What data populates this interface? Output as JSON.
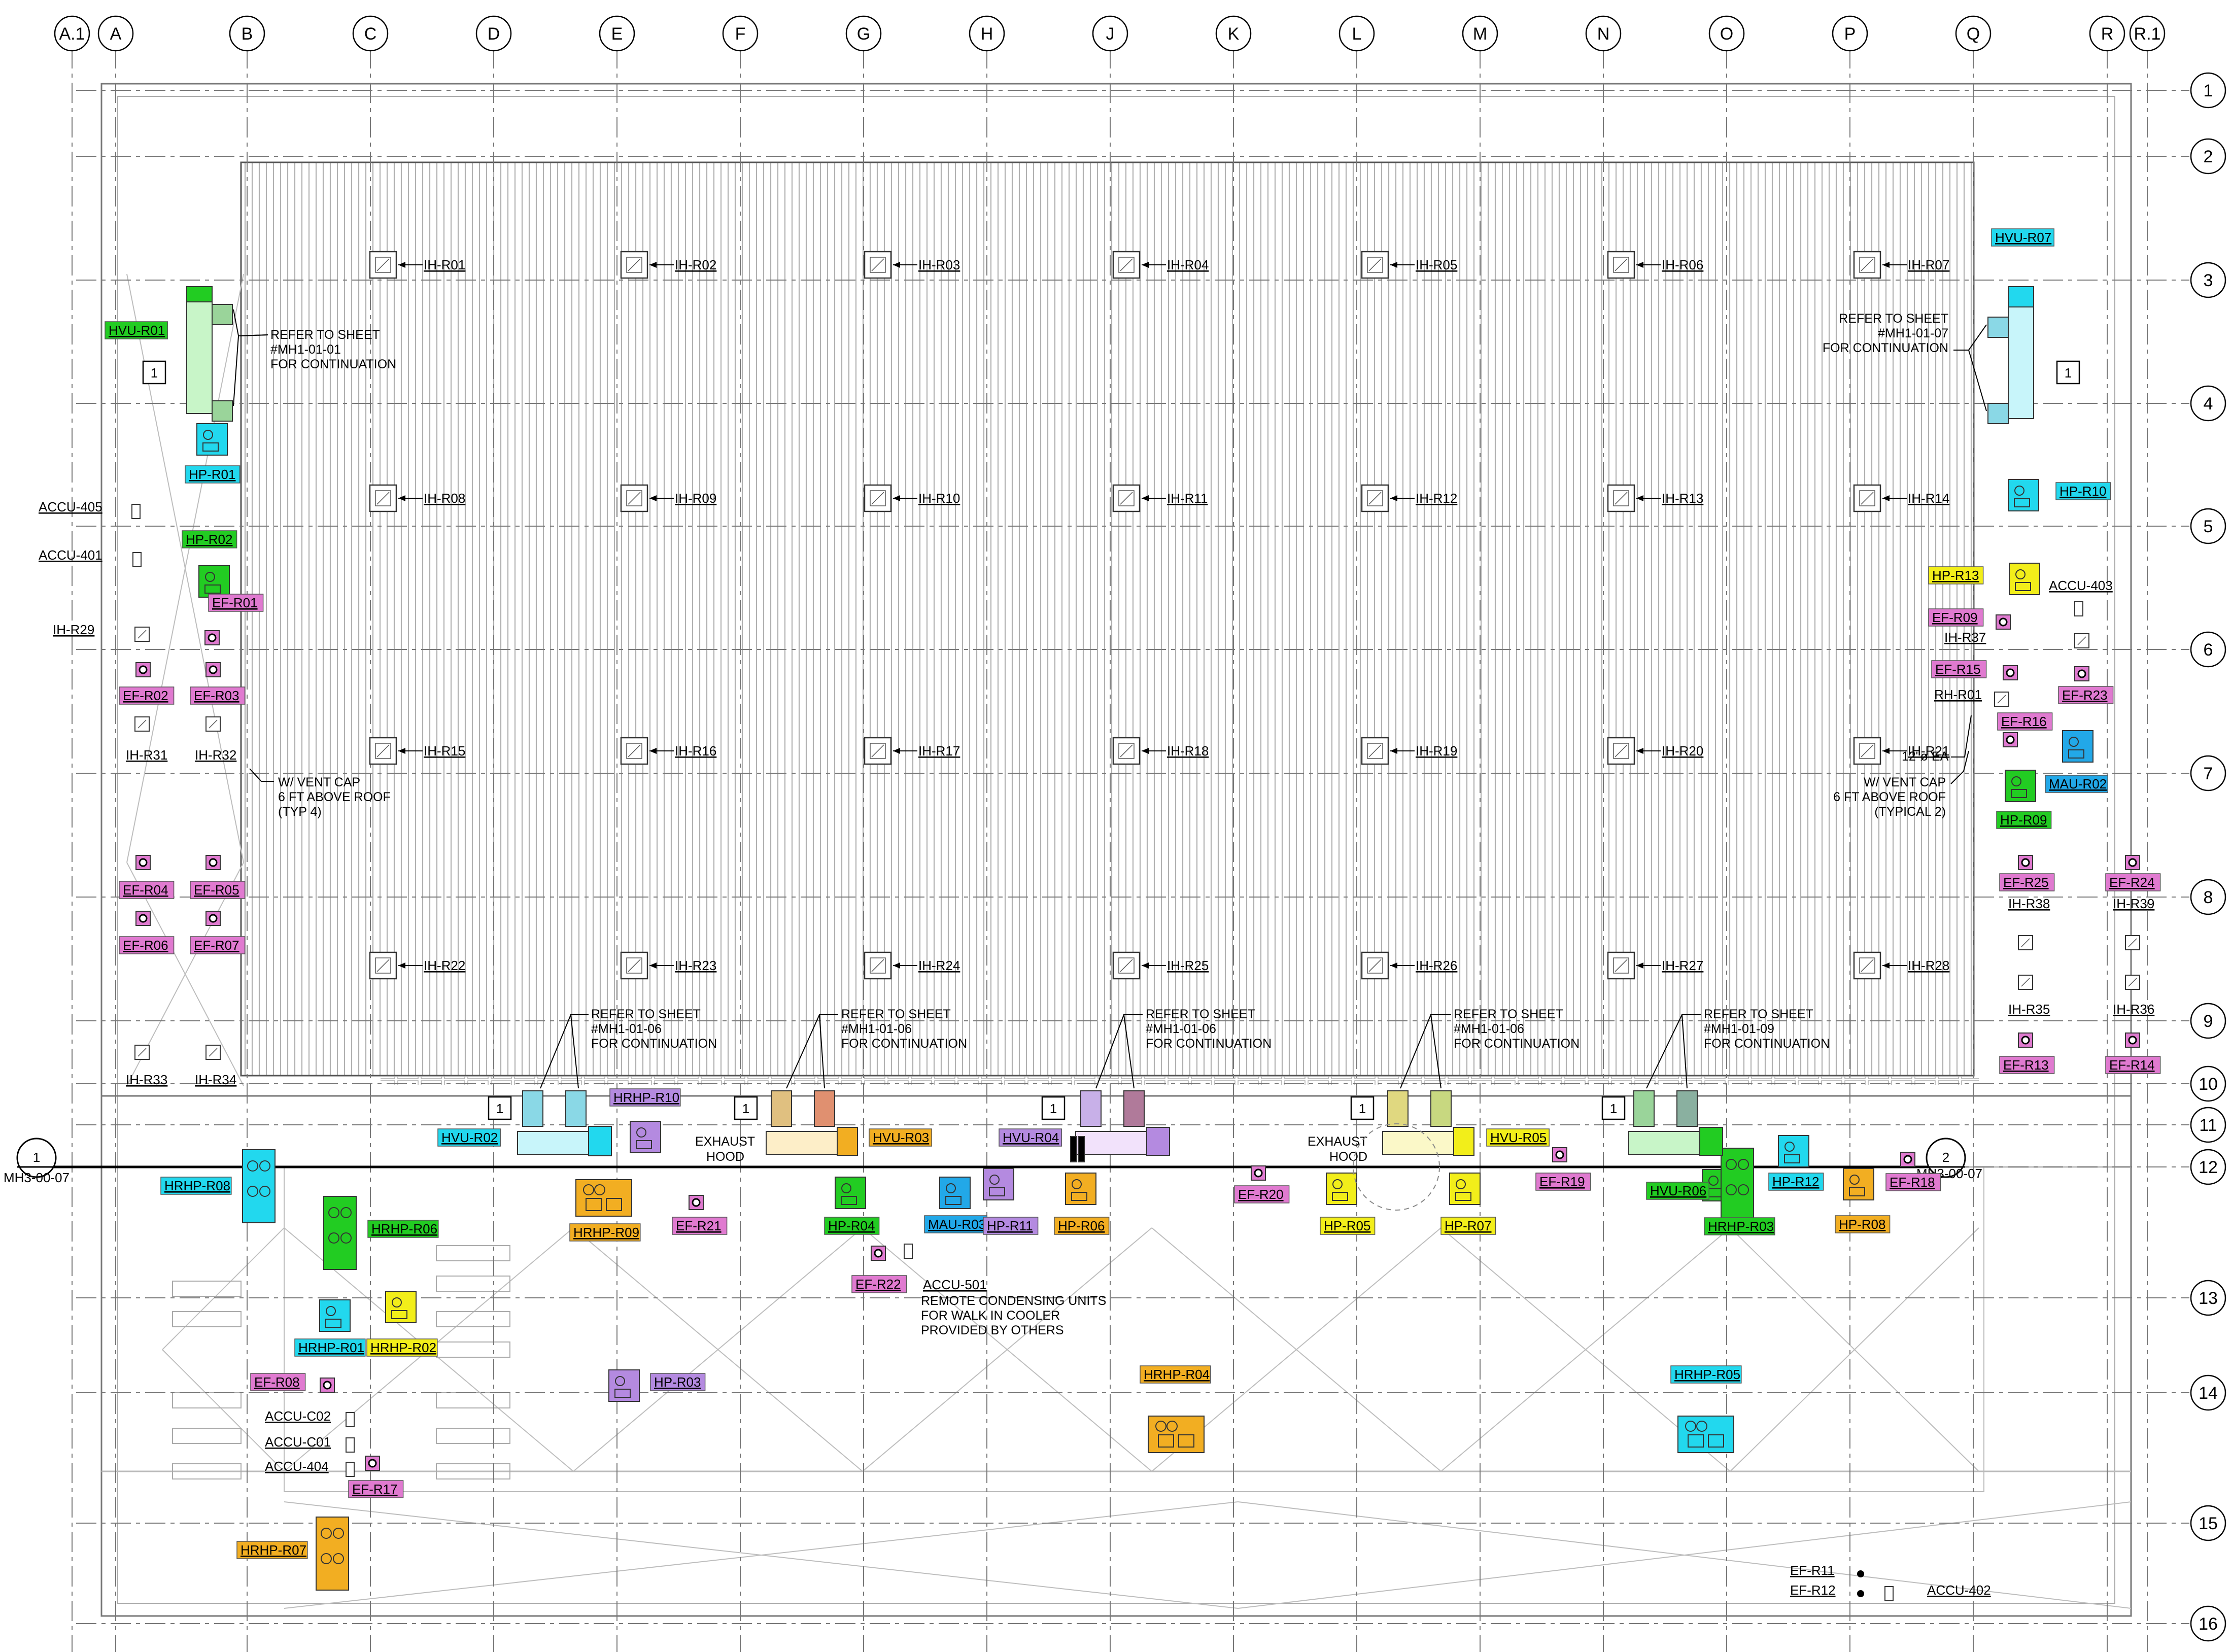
{
  "grid": {
    "columns": [
      "A.1",
      "A",
      "B",
      "C",
      "D",
      "E",
      "F",
      "G",
      "H",
      "J",
      "K",
      "L",
      "M",
      "N",
      "O",
      "P",
      "Q",
      "R",
      "R.1"
    ],
    "rows": [
      "1",
      "2",
      "3",
      "4",
      "5",
      "6",
      "7",
      "8",
      "9",
      "10",
      "11",
      "12",
      "13",
      "14",
      "15",
      "16"
    ]
  },
  "section_markers": [
    {
      "num": "1",
      "sheet": "MH3-00-07"
    },
    {
      "num": "2",
      "sheet": "MH3-00-07"
    }
  ],
  "unit_heaters": [
    "IH-R01",
    "IH-R02",
    "IH-R03",
    "IH-R04",
    "IH-R05",
    "IH-R06",
    "IH-R07",
    "IH-R08",
    "IH-R09",
    "IH-R10",
    "IH-R11",
    "IH-R12",
    "IH-R13",
    "IH-R14",
    "IH-R15",
    "IH-R16",
    "IH-R17",
    "IH-R18",
    "IH-R19",
    "IH-R20",
    "IH-R21",
    "IH-R22",
    "IH-R23",
    "IH-R24",
    "IH-R25",
    "IH-R26",
    "IH-R27",
    "IH-R28"
  ],
  "equipment": [
    {
      "tag": "HVU-R01",
      "color": "#22cc22"
    },
    {
      "tag": "HP-R01",
      "color": "#22d8ee"
    },
    {
      "tag": "HP-R02",
      "color": "#22cc22"
    },
    {
      "tag": "EF-R01",
      "color": "#e07ad0"
    },
    {
      "tag": "IH-R29",
      "color": "none"
    },
    {
      "tag": "ACCU-405",
      "color": "none"
    },
    {
      "tag": "ACCU-401",
      "color": "none"
    },
    {
      "tag": "EF-R02",
      "color": "#e07ad0"
    },
    {
      "tag": "EF-R03",
      "color": "#e07ad0"
    },
    {
      "tag": "IH-R31",
      "color": "none"
    },
    {
      "tag": "IH-R32",
      "color": "none"
    },
    {
      "tag": "EF-R04",
      "color": "#e07ad0"
    },
    {
      "tag": "EF-R05",
      "color": "#e07ad0"
    },
    {
      "tag": "EF-R06",
      "color": "#e07ad0"
    },
    {
      "tag": "EF-R07",
      "color": "#e07ad0"
    },
    {
      "tag": "IH-R33",
      "color": "none"
    },
    {
      "tag": "IH-R34",
      "color": "none"
    },
    {
      "tag": "HVU-R07",
      "color": "#22d8ee"
    },
    {
      "tag": "HP-R10",
      "color": "#22d8ee"
    },
    {
      "tag": "HP-R13",
      "color": "#f2ee1a"
    },
    {
      "tag": "ACCU-403",
      "color": "none"
    },
    {
      "tag": "EF-R09",
      "color": "#e07ad0"
    },
    {
      "tag": "IH-R37",
      "color": "none"
    },
    {
      "tag": "EF-R15",
      "color": "#e07ad0"
    },
    {
      "tag": "EF-R23",
      "color": "#e07ad0"
    },
    {
      "tag": "RH-R01",
      "color": "none"
    },
    {
      "tag": "EF-R16",
      "color": "#e07ad0"
    },
    {
      "tag": "MAU-R02",
      "color": "#22a8e8"
    },
    {
      "tag": "HP-R09",
      "color": "#22cc22"
    },
    {
      "tag": "EF-R25",
      "color": "#e07ad0"
    },
    {
      "tag": "EF-R24",
      "color": "#e07ad0"
    },
    {
      "tag": "IH-R38",
      "color": "none"
    },
    {
      "tag": "IH-R39",
      "color": "none"
    },
    {
      "tag": "IH-R35",
      "color": "none"
    },
    {
      "tag": "IH-R36",
      "color": "none"
    },
    {
      "tag": "EF-R13",
      "color": "#e07ad0"
    },
    {
      "tag": "EF-R14",
      "color": "#e07ad0"
    },
    {
      "tag": "HVU-R02",
      "color": "#22d8ee"
    },
    {
      "tag": "HRHP-R10",
      "color": "#b48ae0"
    },
    {
      "tag": "HVU-R03",
      "color": "#f2ae22"
    },
    {
      "tag": "HVU-R04",
      "color": "#b48ae0"
    },
    {
      "tag": "HVU-R05",
      "color": "#f2ee1a"
    },
    {
      "tag": "HVU-R06",
      "color": "#22cc22"
    },
    {
      "tag": "HRHP-R08",
      "color": "#22d8ee"
    },
    {
      "tag": "HRHP-R06",
      "color": "#22cc22"
    },
    {
      "tag": "HRHP-R09",
      "color": "#f2ae22"
    },
    {
      "tag": "EF-R21",
      "color": "#e07ad0"
    },
    {
      "tag": "HP-R04",
      "color": "#22cc22"
    },
    {
      "tag": "MAU-R03",
      "color": "#22a8e8"
    },
    {
      "tag": "HP-R11",
      "color": "#b48ae0"
    },
    {
      "tag": "HP-R06",
      "color": "#f2ae22"
    },
    {
      "tag": "EF-R20",
      "color": "#e07ad0"
    },
    {
      "tag": "HP-R05",
      "color": "#f2ee1a"
    },
    {
      "tag": "HP-R07",
      "color": "#f2ee1a"
    },
    {
      "tag": "EF-R19",
      "color": "#e07ad0"
    },
    {
      "tag": "HRHP-R03",
      "color": "#22cc22"
    },
    {
      "tag": "HP-R12",
      "color": "#22d8ee"
    },
    {
      "tag": "HP-R08",
      "color": "#f2ae22"
    },
    {
      "tag": "EF-R18",
      "color": "#e07ad0"
    },
    {
      "tag": "EF-R22",
      "color": "#e07ad0"
    },
    {
      "tag": "ACCU-501",
      "color": "none"
    },
    {
      "tag": "HRHP-R01",
      "color": "#22d8ee"
    },
    {
      "tag": "HRHP-R02",
      "color": "#f2ee1a"
    },
    {
      "tag": "EF-R08",
      "color": "#e07ad0"
    },
    {
      "tag": "HP-R03",
      "color": "#b48ae0"
    },
    {
      "tag": "HRHP-R04",
      "color": "#f2ae22"
    },
    {
      "tag": "HRHP-R05",
      "color": "#22d8ee"
    },
    {
      "tag": "ACCU-C02",
      "color": "none"
    },
    {
      "tag": "ACCU-C01",
      "color": "none"
    },
    {
      "tag": "ACCU-404",
      "color": "none"
    },
    {
      "tag": "EF-R17",
      "color": "#e07ad0"
    },
    {
      "tag": "HRHP-R07",
      "color": "#f2ae22"
    },
    {
      "tag": "EF-R11",
      "color": "none"
    },
    {
      "tag": "EF-R12",
      "color": "none"
    },
    {
      "tag": "ACCU-402",
      "color": "none"
    }
  ],
  "notes": {
    "refer_01": [
      "REFER TO SHEET",
      "#MH1-01-01",
      "FOR CONTINUATION"
    ],
    "refer_07": [
      "REFER TO SHEET",
      "#MH1-01-07",
      "FOR CONTINUATION"
    ],
    "refer_a": [
      "REFER TO SHEET",
      "#MH1-01-06",
      "FOR CONTINUATION"
    ],
    "refer_b": [
      "REFER TO SHEET",
      "#MH1-01-06",
      "FOR CONTINUATION"
    ],
    "refer_c": [
      "REFER TO SHEET",
      "#MH1-01-06",
      "FOR CONTINUATION"
    ],
    "refer_d": [
      "REFER TO SHEET",
      "#MH1-01-06",
      "FOR CONTINUATION"
    ],
    "refer_e": [
      "REFER TO SHEET",
      "#MH1-01-09",
      "FOR CONTINUATION"
    ],
    "vent_cap_4": [
      "W/ VENT CAP",
      "6 FT ABOVE ROOF",
      "(TYP 4)"
    ],
    "vent_cap_2": [
      "W/ VENT CAP",
      "6 FT ABOVE ROOF",
      "(TYPICAL 2)"
    ],
    "ea": "12\"ø EA",
    "exhaust_hood_1": [
      "EXHAUST",
      "HOOD"
    ],
    "exhaust_hood_2": [
      "EXHAUST",
      "HOOD"
    ],
    "remote_cu": [
      "REMOTE CONDENSING UNITS",
      "FOR WALK IN COOLER",
      "PROVIDED BY OTHERS"
    ],
    "keynote": "1"
  }
}
